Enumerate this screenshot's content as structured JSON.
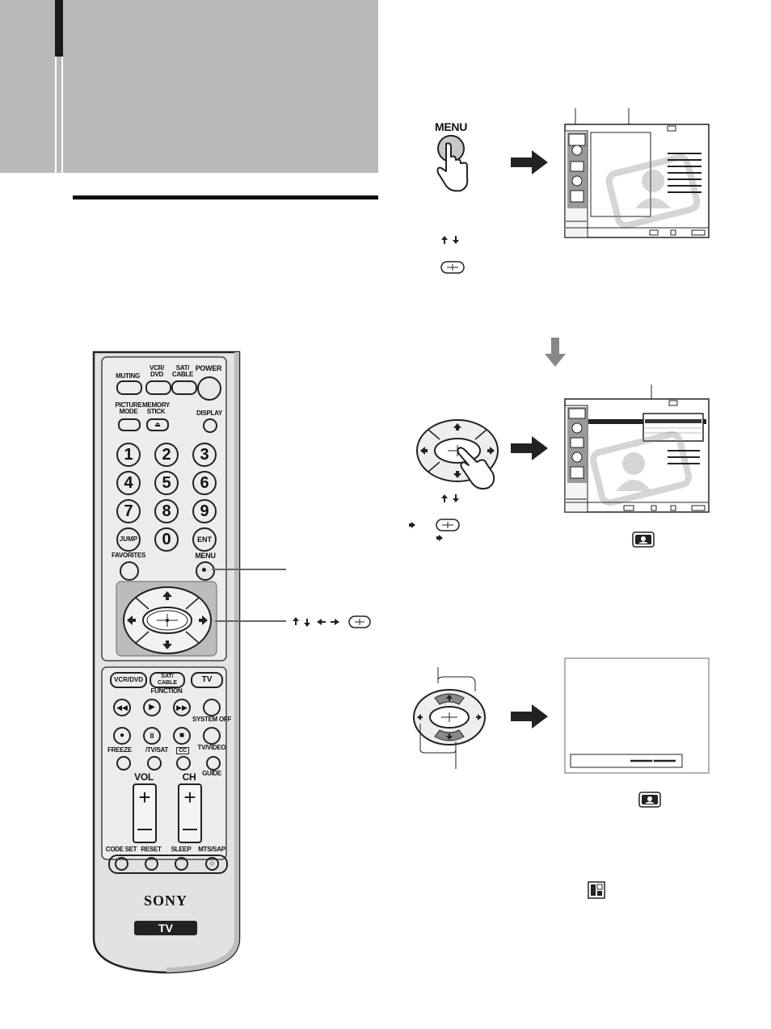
{
  "remote": {
    "labels": {
      "muting": "MUTING",
      "vcr_dvd_top": "VCR/\nDVD",
      "sat_cable_top": "SAT/\nCABLE",
      "power": "POWER",
      "picture_mode": "PICTURE\nMODE",
      "memory_stick": "MEMORY\nSTICK",
      "display": "DISPLAY",
      "jump": "JUMP",
      "zero": "0",
      "ent": "ENT",
      "favorites": "FAVORITES",
      "menu": "MENU",
      "vcr_dvd": "VCR/DVD",
      "sat_cable": "SAT/\nCABLE",
      "tv": "TV",
      "function": "FUNCTION",
      "system_off": "SYSTEM OFF",
      "freeze": "FREEZE",
      "tv_sat": "/TV/SAT",
      "cc": "CC",
      "tv_video": "TV/VIDEO",
      "guide": "GUIDE",
      "vol": "VOL",
      "ch": "CH",
      "code_set": "CODE SET",
      "reset": "RESET",
      "sleep": "SLEEP",
      "mts_sap": "MTS/SAP",
      "brand": "SONY",
      "tv_badge": "TV"
    },
    "number_keys": [
      "1",
      "2",
      "3",
      "4",
      "5",
      "6",
      "7",
      "8",
      "9"
    ]
  },
  "step1": {
    "menu_button_label": "MENU"
  },
  "screens": {
    "menu_key_label": "MENU"
  },
  "colors": {
    "header_gray": "#b8b8b8",
    "remote_body": "#e6e6e6",
    "dpad_surround": "#a8a8a8",
    "arrow_dark": "#222222",
    "arrow_down_gray": "#888888"
  }
}
